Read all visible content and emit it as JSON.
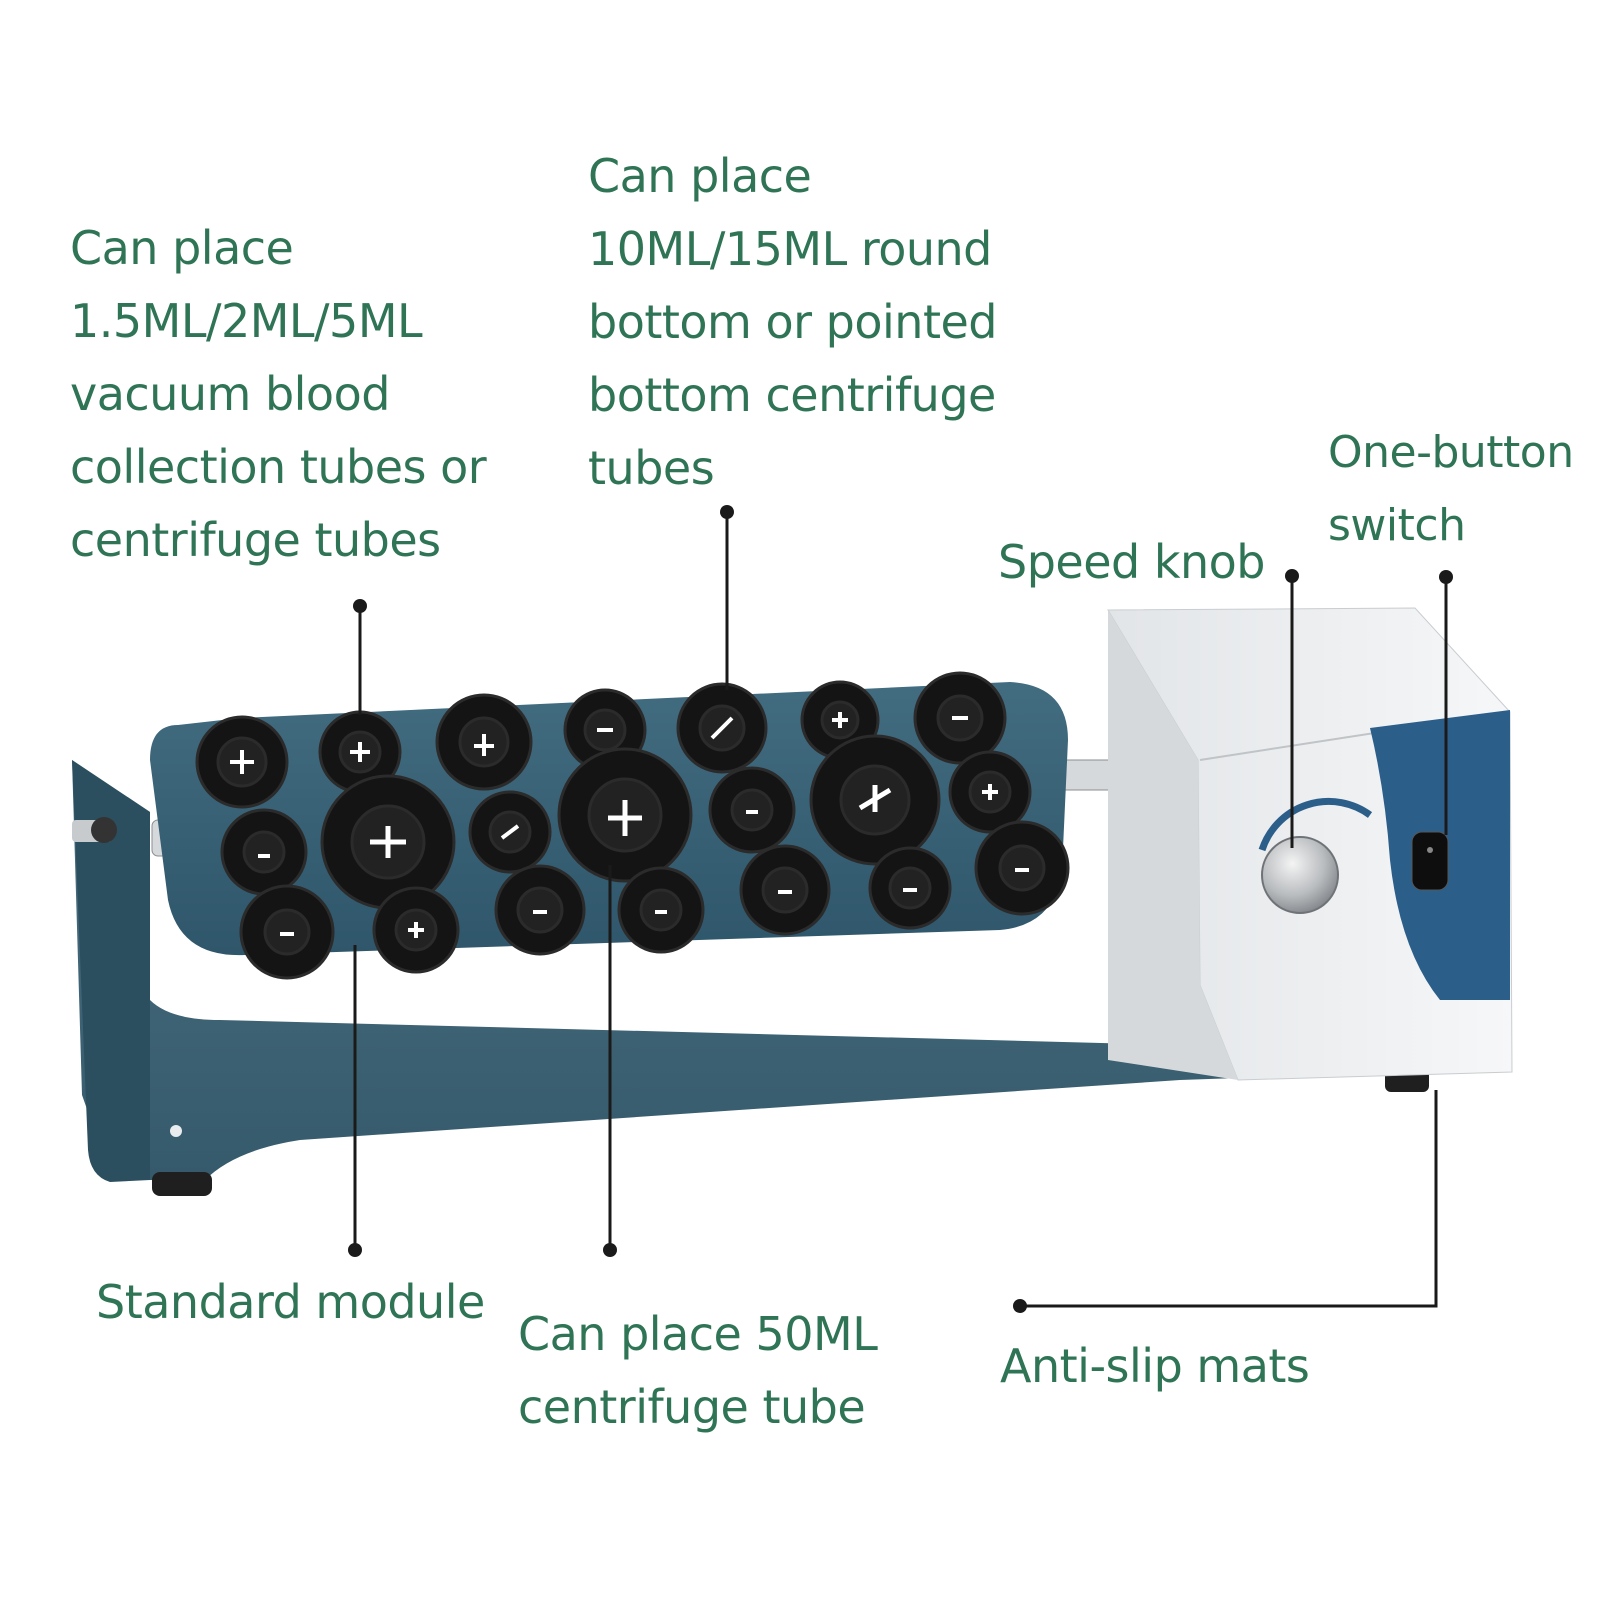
{
  "labels": {
    "small_tubes": [
      "Can place",
      "1.5ML/2ML/5ML",
      "vacuum blood",
      "collection tubes or",
      "centrifuge tubes"
    ],
    "medium_tubes": [
      "Can place",
      "10ML/15ML round",
      "bottom or pointed",
      "bottom centrifuge",
      "tubes"
    ],
    "one_button_switch": [
      "One-button",
      "switch"
    ],
    "speed_knob": [
      "Speed knob"
    ],
    "standard_module": [
      "Standard module"
    ],
    "large_tube": [
      "Can place 50ML",
      "centrifuge tube"
    ],
    "anti_slip_mats": [
      "Anti-slip mats"
    ]
  },
  "colors": {
    "label_text": "#2e7455",
    "plate": "#3a6276",
    "frame": "#3d6275",
    "motor_housing": "#eef0f2",
    "panel_accent": "#2c5e8a",
    "callout_line": "#1a1a1a"
  }
}
